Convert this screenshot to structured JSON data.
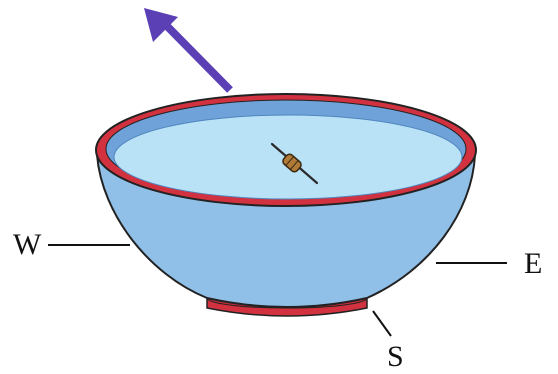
{
  "diagram": {
    "labels": {
      "west": "W",
      "east": "E",
      "south": "S"
    },
    "colors": {
      "bowl_body": "#90bfe7",
      "bowl_shadow": "#7aaedc",
      "bowl_inner": "#6ea2d9",
      "water": "#b9e2f7",
      "rim": "#d2323f",
      "base": "#d2323f",
      "arrow": "#5b3fb5",
      "needle_holder": "#b07a38",
      "outline": "#222222"
    },
    "icons": {
      "arrow": "arrow-up-left-icon",
      "needle": "floating-needle-icon"
    }
  }
}
